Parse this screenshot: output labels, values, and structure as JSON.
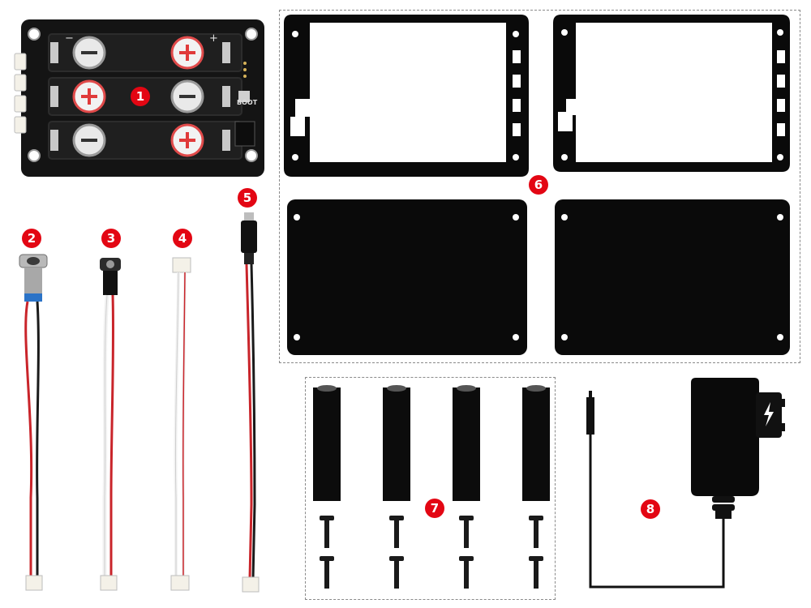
{
  "colors": {
    "badge": "#e30613",
    "board": "#141414",
    "cell": "#1c1c1c",
    "panel": "#0a0a0a",
    "wire_red": "#c9242a",
    "wire_black": "#1a1a1a",
    "wire_white": "#f2f2f2",
    "connector": "#f4f1e8"
  },
  "board": {
    "plus_sign": "+",
    "minus_sign": "−",
    "boot_label": "BOOT"
  },
  "items": [
    {
      "id": "1",
      "icon": "battery-board-icon"
    },
    {
      "id": "2",
      "icon": "power-switch-cable-icon"
    },
    {
      "id": "3",
      "icon": "dc-jack-cable-icon"
    },
    {
      "id": "4",
      "icon": "connector-cable-icon"
    },
    {
      "id": "5",
      "icon": "usb-cable-icon"
    },
    {
      "id": "6",
      "icon": "acrylic-panels-icon"
    },
    {
      "id": "7",
      "icon": "standoff-screws-icon"
    },
    {
      "id": "8",
      "icon": "power-adapter-icon"
    }
  ]
}
